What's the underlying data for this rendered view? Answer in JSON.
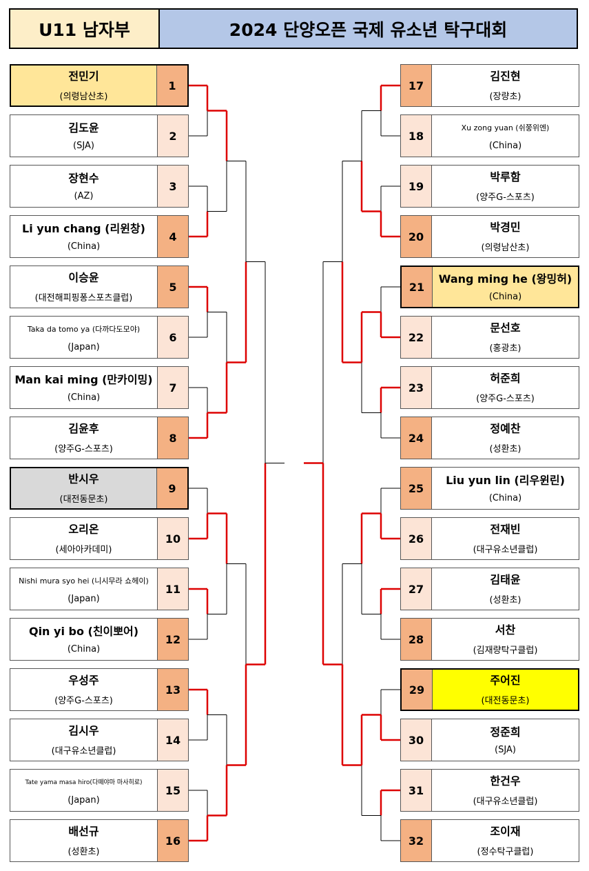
{
  "header": {
    "category": "U11 남자부",
    "title": "2024 단양오픈 국제 유소년 탁구대회"
  },
  "colors": {
    "cream": "#ffe699",
    "gray": "#d9d9d9",
    "yellow": "#ffff00",
    "red": "#dd0000"
  },
  "players": [
    {
      "seed": "1",
      "name": "전민기",
      "club": "(의령남산초)"
    },
    {
      "seed": "2",
      "name": "김도윤",
      "club": "(SJA)"
    },
    {
      "seed": "3",
      "name": "장현수",
      "club": "(AZ)"
    },
    {
      "seed": "4",
      "name": "Li yun chang (리윈창)",
      "club": "(China)"
    },
    {
      "seed": "5",
      "name": "이승윤",
      "club": "(대전해피핑퐁스포츠클럽)"
    },
    {
      "seed": "6",
      "name": "Taka da tomo ya (다까다도모야)",
      "club": "(Japan)"
    },
    {
      "seed": "7",
      "name": "Man kai ming (만카이밍)",
      "club": "(China)"
    },
    {
      "seed": "8",
      "name": "김윤후",
      "club": "(양주G-스포츠)"
    },
    {
      "seed": "9",
      "name": "반시우",
      "club": "(대전동문초)"
    },
    {
      "seed": "10",
      "name": "오리온",
      "club": "(세아아카데미)"
    },
    {
      "seed": "11",
      "name": "Nishi mura syo hei (니시무라 쇼헤이)",
      "club": "(Japan)"
    },
    {
      "seed": "12",
      "name": "Qin yi bo (친이뽀어)",
      "club": "(China)"
    },
    {
      "seed": "13",
      "name": "우성주",
      "club": "(양주G-스포츠)"
    },
    {
      "seed": "14",
      "name": "김시우",
      "club": "(대구유소년클럽)"
    },
    {
      "seed": "15",
      "name": "Tate yama masa hiro(다떼야마 마사히로)",
      "club": "(Japan)"
    },
    {
      "seed": "16",
      "name": "배선규",
      "club": "(성환초)"
    },
    {
      "seed": "17",
      "name": "김진현",
      "club": "(장량초)"
    },
    {
      "seed": "18",
      "name": "Xu zong yuan (쉬쭝위엔)",
      "club": "(China)"
    },
    {
      "seed": "19",
      "name": "박루함",
      "club": "(양주G-스포츠)"
    },
    {
      "seed": "20",
      "name": "박경민",
      "club": "(의령남산초)"
    },
    {
      "seed": "21",
      "name": "Wang ming he (왕밍허)",
      "club": "(China)"
    },
    {
      "seed": "22",
      "name": "문선호",
      "club": "(홍광초)"
    },
    {
      "seed": "23",
      "name": "허준희",
      "club": "(양주G-스포츠)"
    },
    {
      "seed": "24",
      "name": "정예찬",
      "club": "(성환초)"
    },
    {
      "seed": "25",
      "name": "Liu yun lin (리우윈린)",
      "club": "(China)"
    },
    {
      "seed": "26",
      "name": "전재빈",
      "club": "(대구유소년클럽)"
    },
    {
      "seed": "27",
      "name": "김태윤",
      "club": "(성환초)"
    },
    {
      "seed": "28",
      "name": "서찬",
      "club": "(김재량탁구클럽)"
    },
    {
      "seed": "29",
      "name": "주어진",
      "club": "(대전동문초)"
    },
    {
      "seed": "30",
      "name": "정준희",
      "club": "(SJA)"
    },
    {
      "seed": "31",
      "name": "한건우",
      "club": "(대구유소년클럽)"
    },
    {
      "seed": "32",
      "name": "조이재",
      "club": "(정수탁구클럽)"
    }
  ]
}
